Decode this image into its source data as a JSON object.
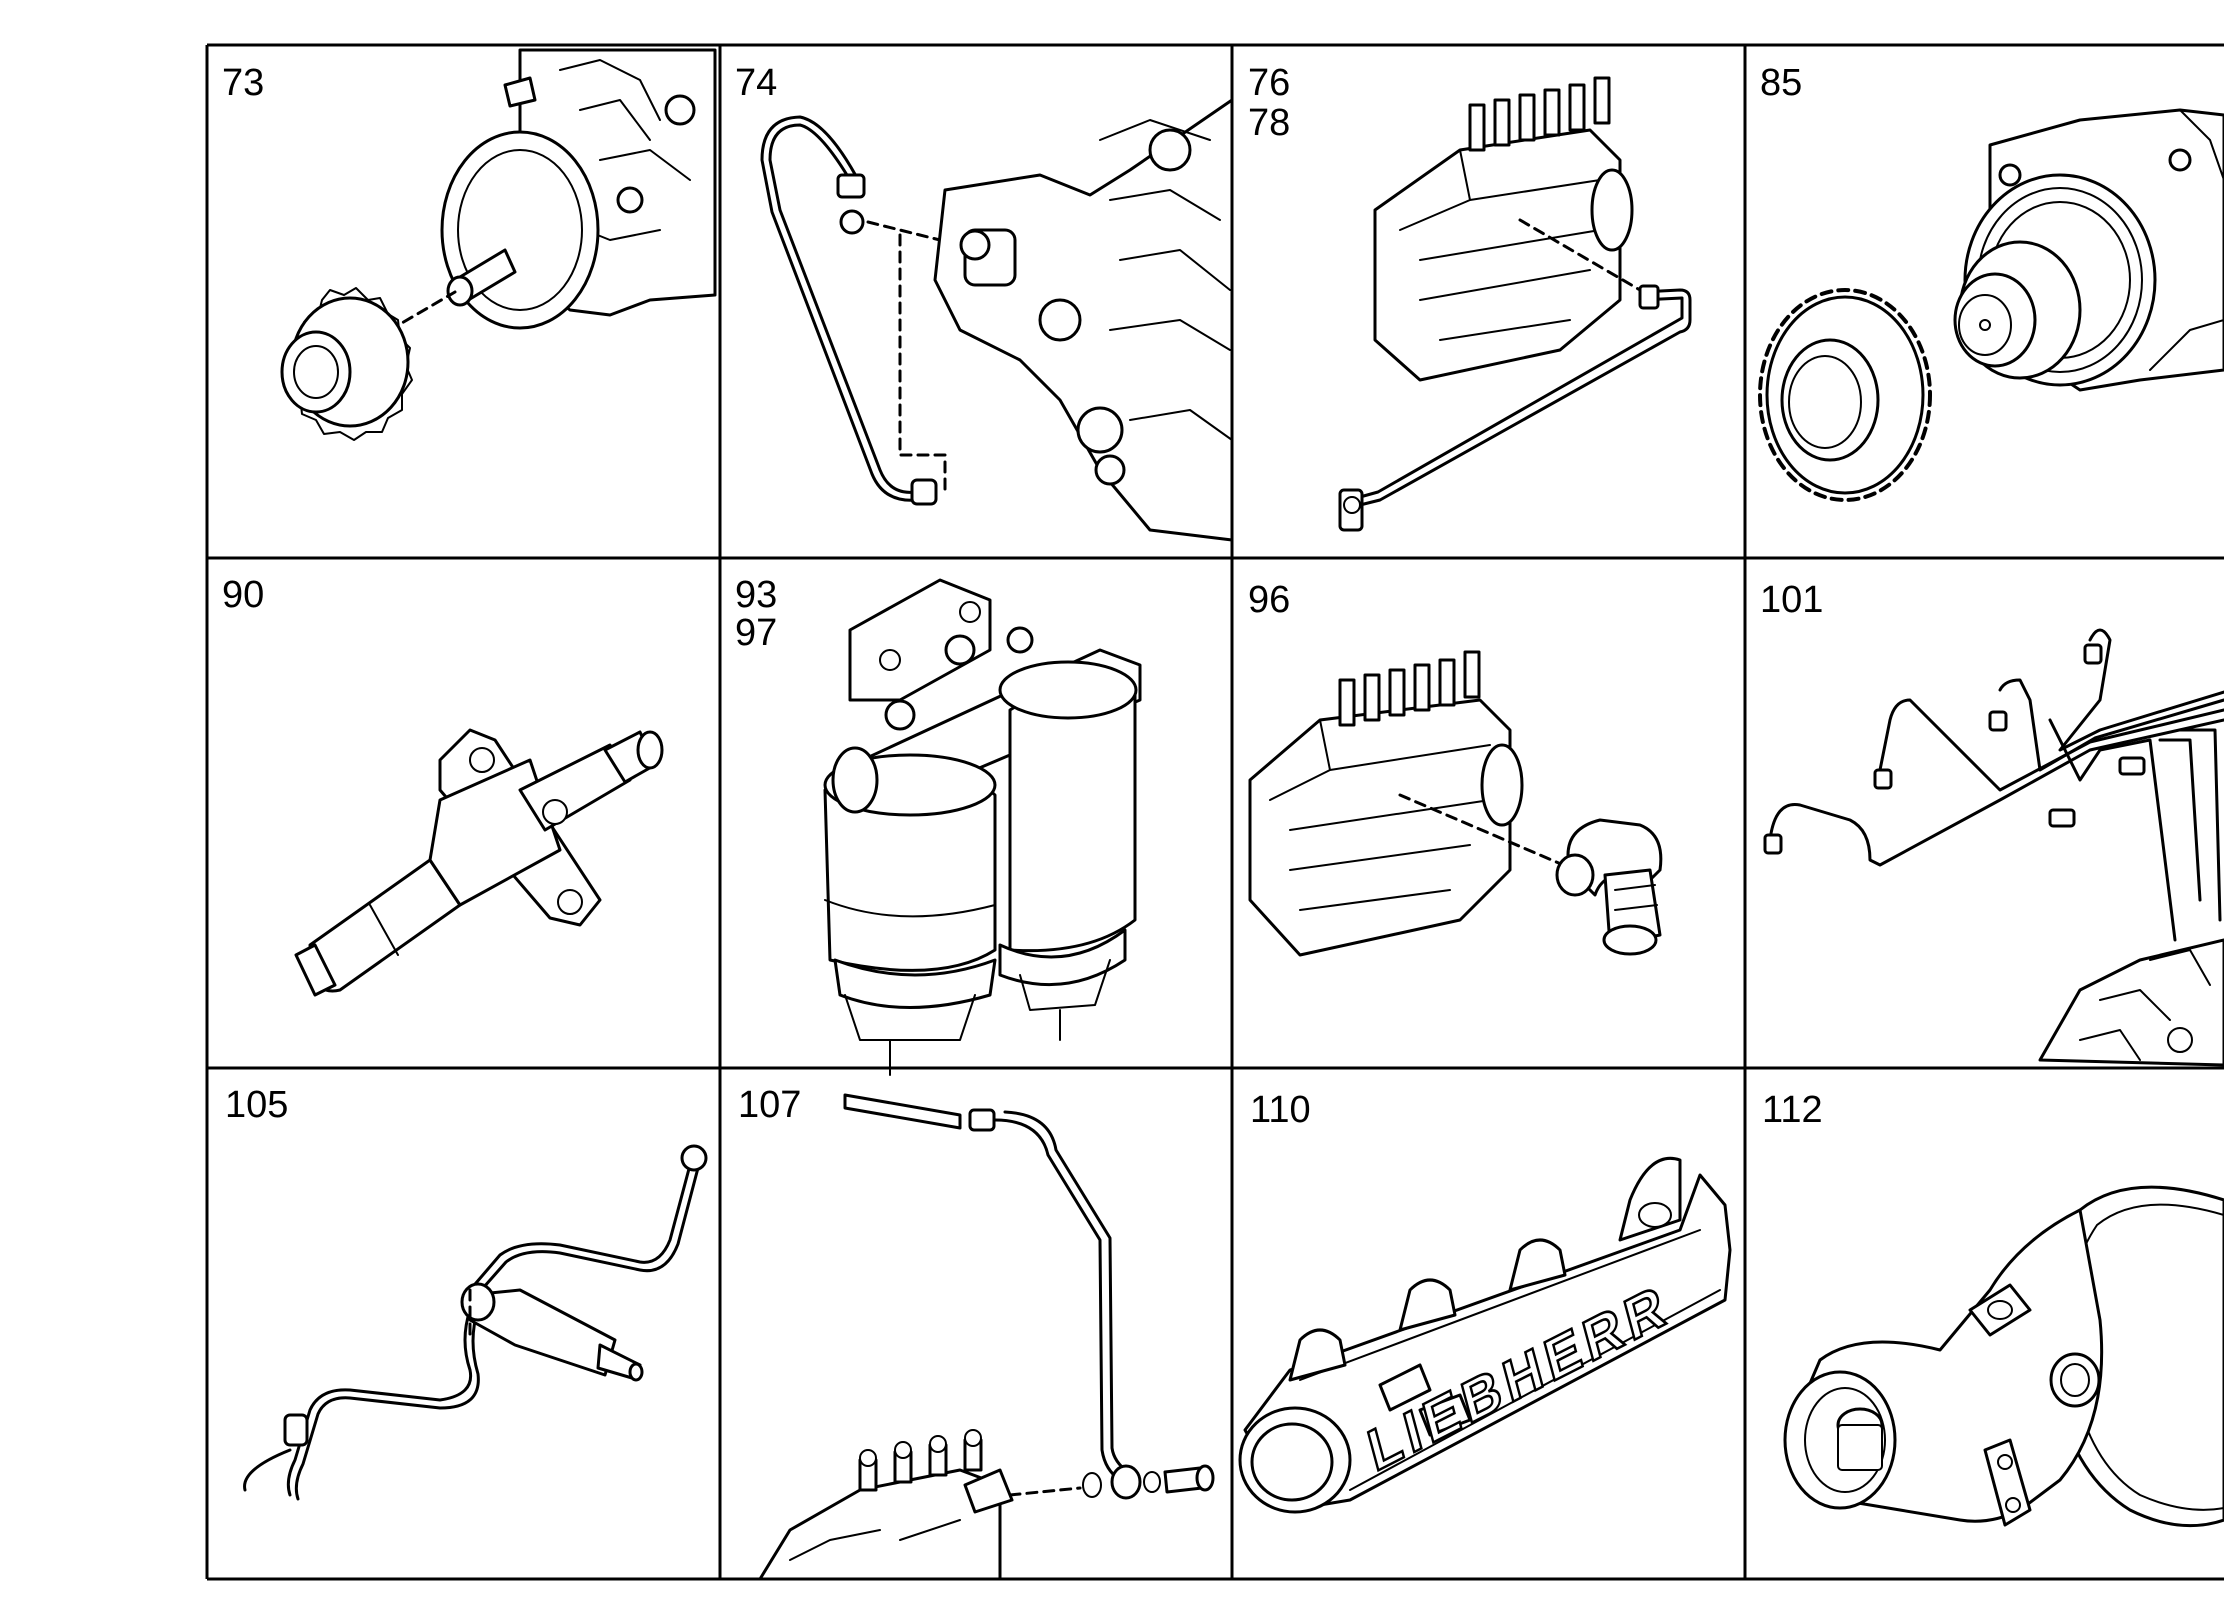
{
  "cells": [
    {
      "id": "cell-73",
      "label_lines": [
        "73"
      ],
      "part": "pump-drive-gear"
    },
    {
      "id": "cell-74",
      "label_lines": [
        "74"
      ],
      "part": "pump-pipe-line"
    },
    {
      "id": "cell-76",
      "label_lines": [
        "76",
        "78"
      ],
      "part": "injection-pump-with-line"
    },
    {
      "id": "cell-85",
      "label_lines": [
        "85"
      ],
      "part": "drive-gear-flange"
    },
    {
      "id": "cell-90",
      "label_lines": [
        "90"
      ],
      "part": "injector-nozzle-holder"
    },
    {
      "id": "cell-93",
      "label_lines": [
        "93",
        "97"
      ],
      "part": "twin-fuel-filter"
    },
    {
      "id": "cell-96",
      "label_lines": [
        "96"
      ],
      "part": "injection-pump-with-fitting"
    },
    {
      "id": "cell-101",
      "label_lines": [
        "101"
      ],
      "part": "injection-line-set"
    },
    {
      "id": "cell-105",
      "label_lines": [
        "105"
      ],
      "part": "injector-with-lines"
    },
    {
      "id": "cell-107",
      "label_lines": [
        "107"
      ],
      "part": "leak-off-pipe"
    },
    {
      "id": "cell-110",
      "label_lines": [
        "110"
      ],
      "part": "intake-manifold"
    },
    {
      "id": "cell-112",
      "label_lines": [
        "112"
      ],
      "part": "elbow-connector"
    }
  ],
  "manifold_lettering": "LIEBHERR"
}
